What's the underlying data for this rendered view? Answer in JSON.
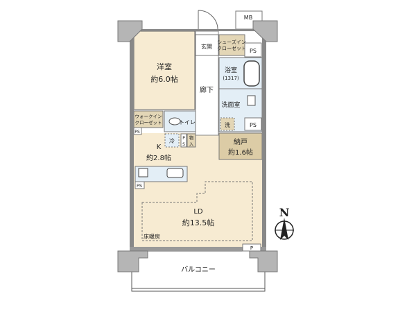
{
  "colors": {
    "room_beige": "#f7ebd2",
    "storage_tan": "#e3d6b6",
    "nando_tan": "#dccca6",
    "wet_blue": "#e3eef6",
    "wall_gray": "#b5b5b5",
    "line": "#555555"
  },
  "rooms": {
    "western": {
      "name": "洋室",
      "size": "約6.0帖"
    },
    "entrance": {
      "name": "玄関"
    },
    "shoe_closet": {
      "name_1": "シューズイン",
      "name_2": "クローゼット"
    },
    "corridor": {
      "name": "廊下"
    },
    "bath": {
      "name": "浴室",
      "size": "(1317)"
    },
    "washroom": {
      "name": "洗面室",
      "washer": "洗"
    },
    "walk_in_closet": {
      "name_1": "ウォークイン",
      "name_2": "クローゼット"
    },
    "toilet": {
      "name": "トイレ"
    },
    "fridge": {
      "name": "冷"
    },
    "storage": {
      "name_1": "物",
      "name_2": "入"
    },
    "nando": {
      "name": "納戸",
      "size": "約1.6帖"
    },
    "kitchen": {
      "name": "K",
      "size": "約2.8帖"
    },
    "living": {
      "name": "LD",
      "size": "約13.5帖",
      "floor_heating": "床暖房"
    },
    "balcony": {
      "name": "バルコニー"
    }
  },
  "labels": {
    "mb": "MB",
    "ps": "PS",
    "ps_p": "P",
    "ps_s": "S",
    "p": "P"
  },
  "compass": {
    "north": "N"
  }
}
